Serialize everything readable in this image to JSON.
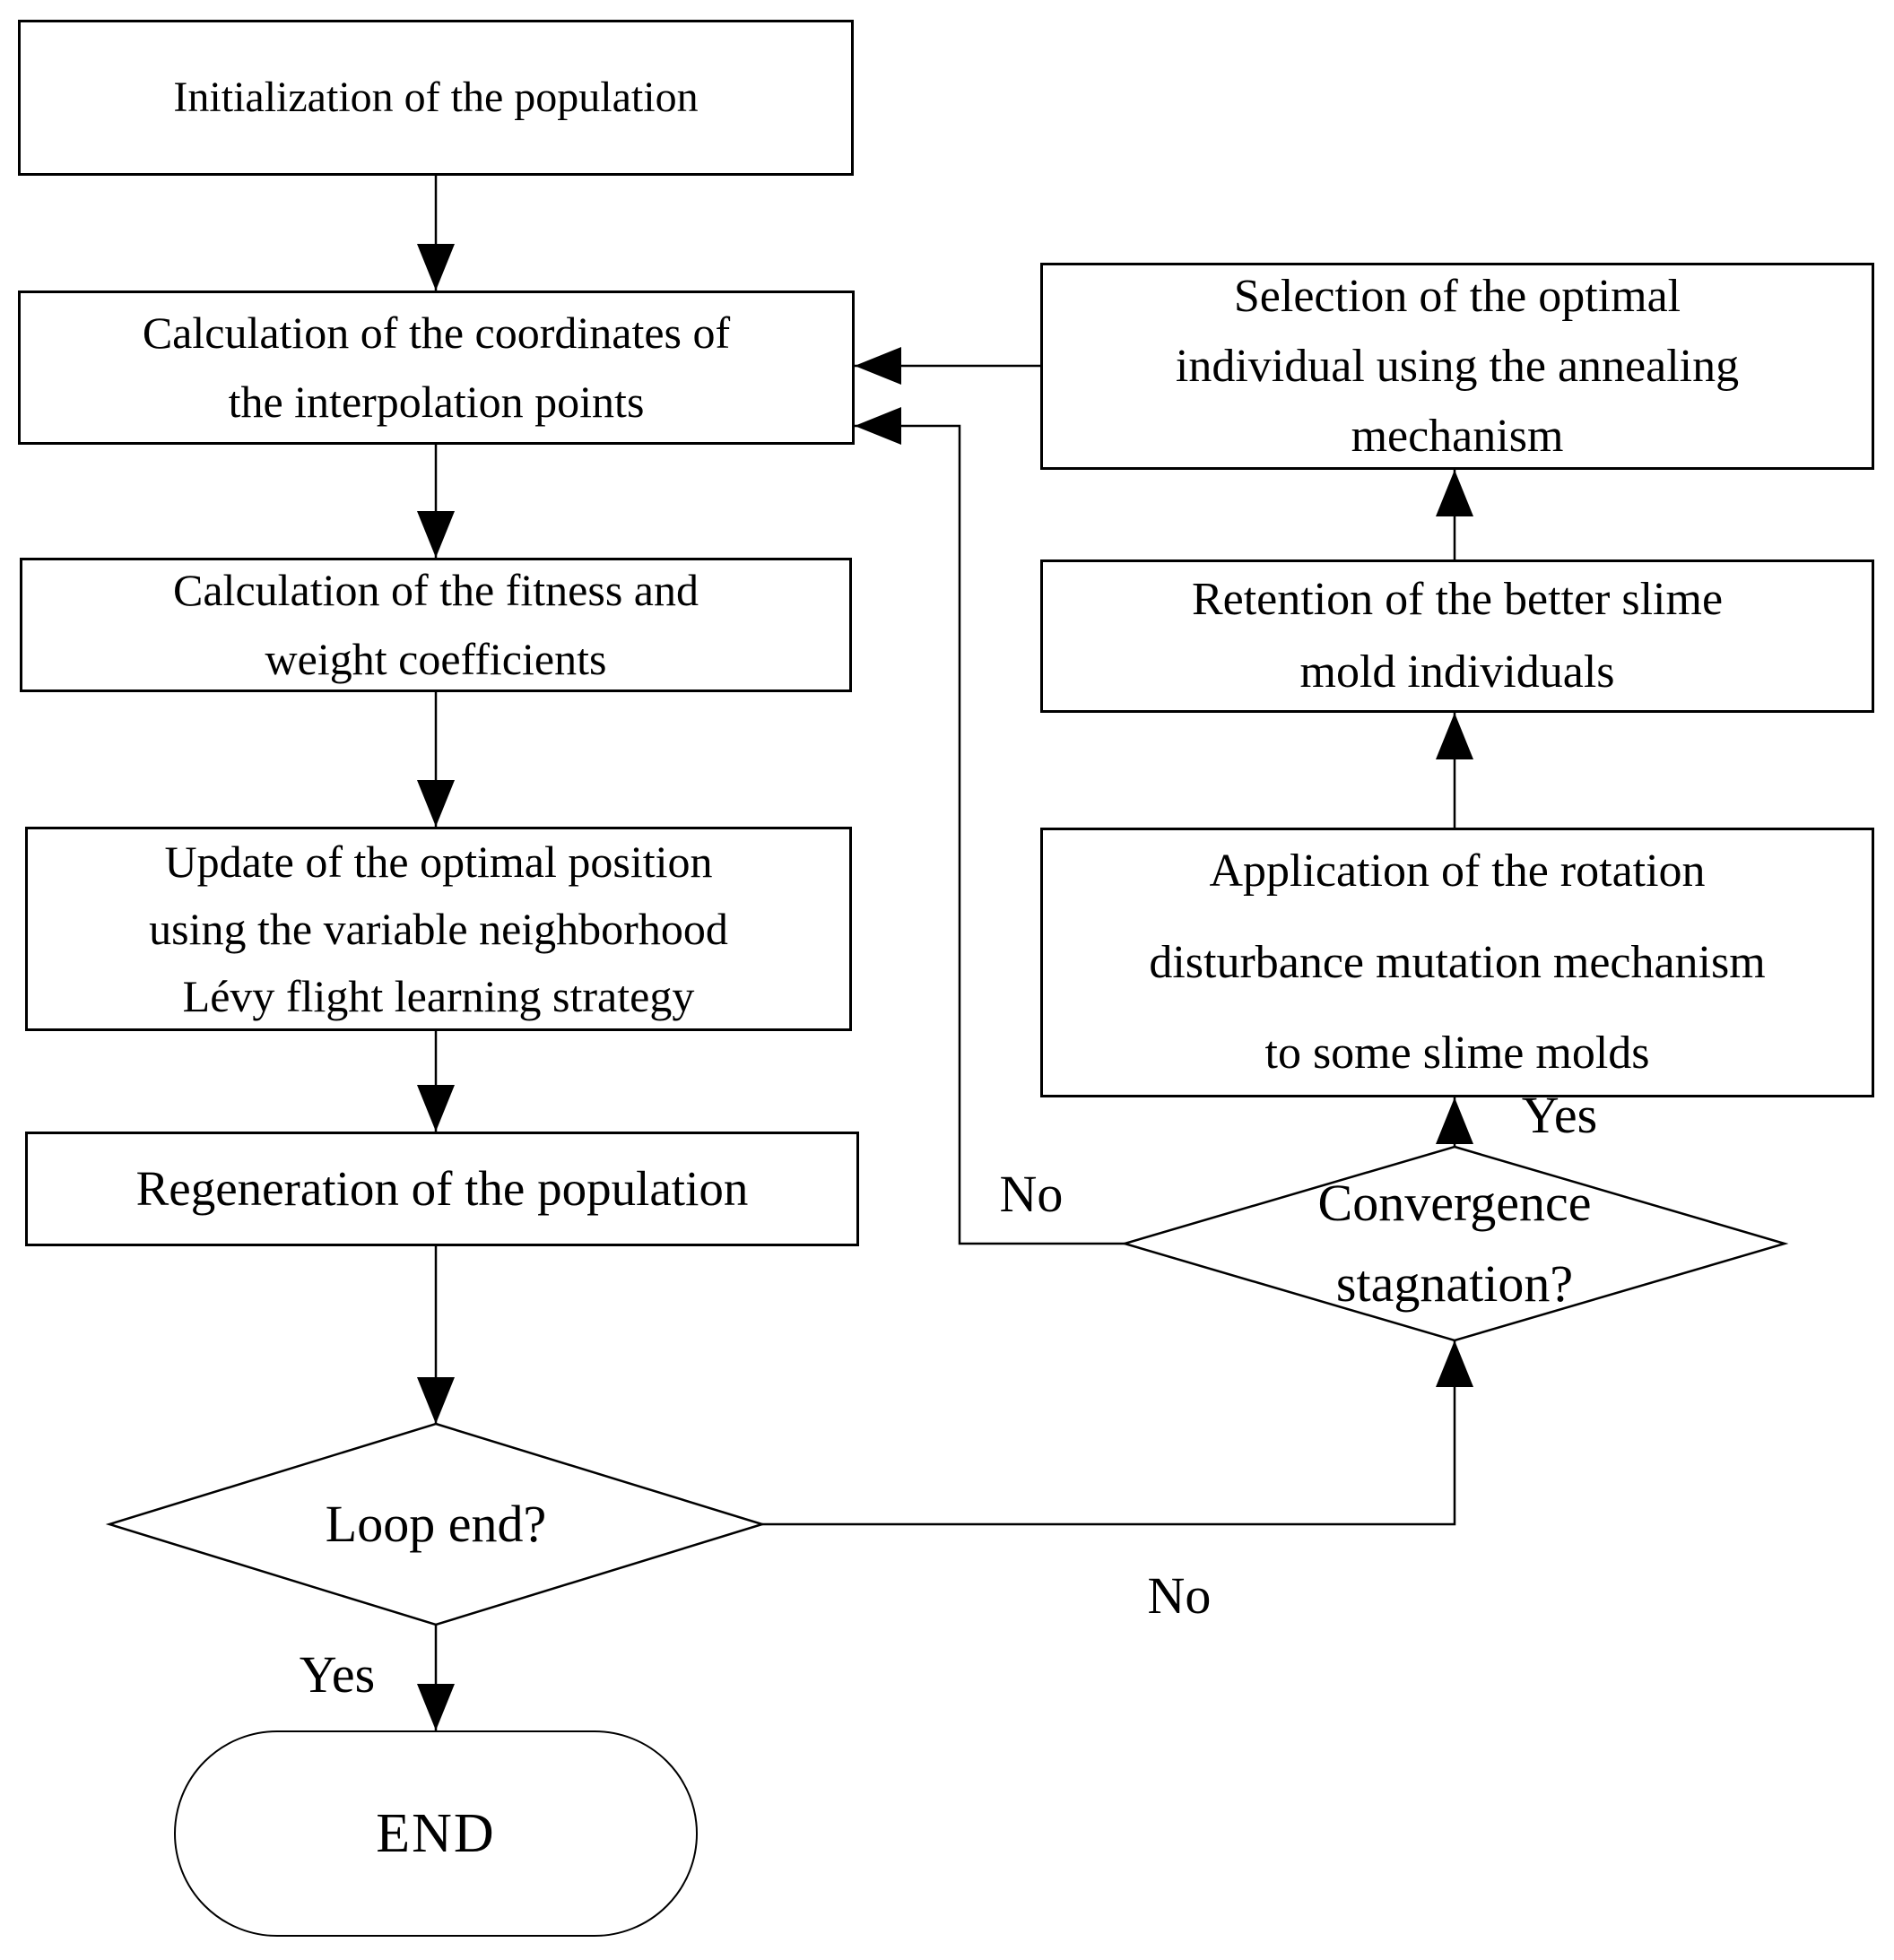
{
  "nodes": {
    "init": {
      "label": "Initialization of the population"
    },
    "coords": {
      "label": "Calculation of the coordinates of\nthe interpolation points"
    },
    "fitness": {
      "label": "Calculation of the fitness and\nweight coefficients"
    },
    "update": {
      "label": "Update of the optimal position\nusing the variable neighborhood\nLévy flight learning strategy"
    },
    "regen": {
      "label": "Regeneration of the population"
    },
    "loop_end": {
      "label": "Loop end?"
    },
    "end": {
      "label": "END"
    },
    "selection": {
      "label": "Selection of the optimal\nindividual using the annealing\nmechanism"
    },
    "retention": {
      "label": "Retention of the better slime\nmold individuals"
    },
    "rotation": {
      "label": "Application of the rotation\ndisturbance mutation mechanism\nto some slime molds"
    },
    "stagnation": {
      "label": "Convergence\nstagnation?"
    }
  },
  "edge_labels": {
    "loop_end_yes": "Yes",
    "loop_end_no": "No",
    "stagnation_yes": "Yes",
    "stagnation_no": "No"
  },
  "colors": {
    "stroke": "#000000",
    "fill": "#ffffff"
  }
}
